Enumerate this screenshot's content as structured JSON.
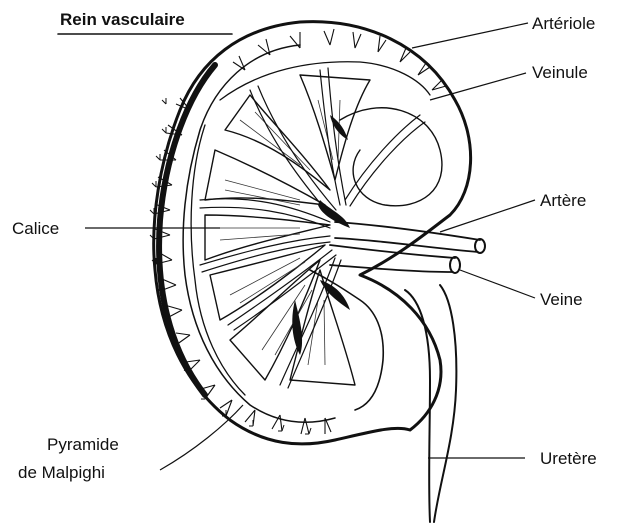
{
  "title": "Rein vasculaire",
  "labels": {
    "arteriole": "Artériole",
    "veinule": "Veinule",
    "artere": "Artère",
    "calice": "Calice",
    "veine": "Veine",
    "pyramide_line1": "Pyramide",
    "pyramide_line2": "de Malpighi",
    "uretere": "Uretère"
  },
  "colors": {
    "ink": "#111111",
    "background": "#ffffff"
  }
}
